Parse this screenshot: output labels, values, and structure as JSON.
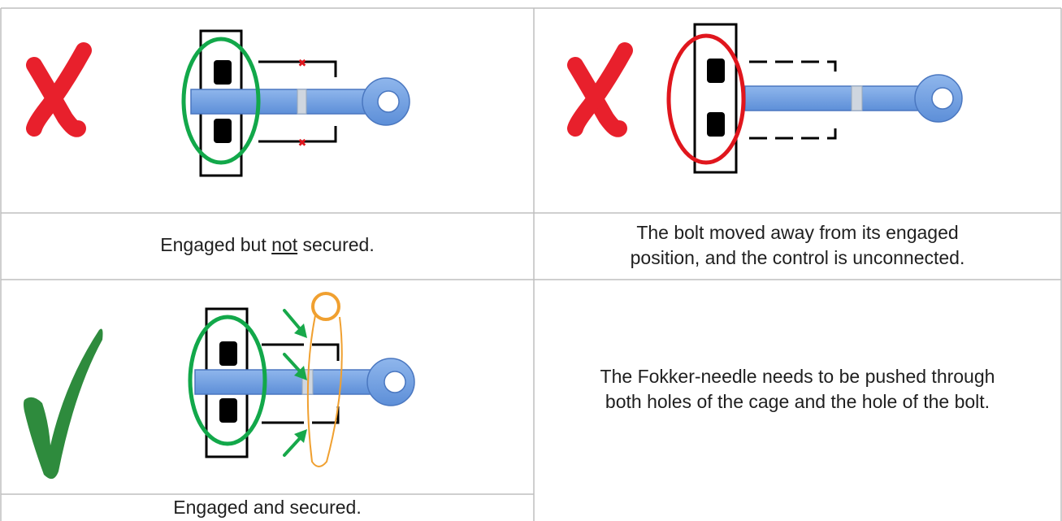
{
  "cells": {
    "top_left_caption": {
      "before": "Engaged but ",
      "underlined": "not",
      "after": " secured."
    },
    "top_right_caption": {
      "line1": "The bolt moved away from its engaged",
      "line2": "position, and the control is unconnected."
    },
    "bottom_right_caption": {
      "line1": "The Fokker-needle needs to be pushed through",
      "line2": "both holes of the cage and the hole of the bolt."
    },
    "bottom_left_caption": "Engaged and secured."
  },
  "marks": {
    "cross_icon": "red-cross-icon",
    "check_icon": "green-checkmark-icon"
  },
  "colors": {
    "cross": "#e8202c",
    "check": "#2e8b3d",
    "engaged_ring": "#12a84a",
    "disengaged_ring": "#e0161d",
    "bolt_fill": "#6f9ee0",
    "bolt_stroke": "#4a77c0",
    "needle": "#f0a030",
    "arrow": "#17a84a",
    "missing_pin": "#e0161d",
    "grid_line": "#bfbfbf"
  }
}
